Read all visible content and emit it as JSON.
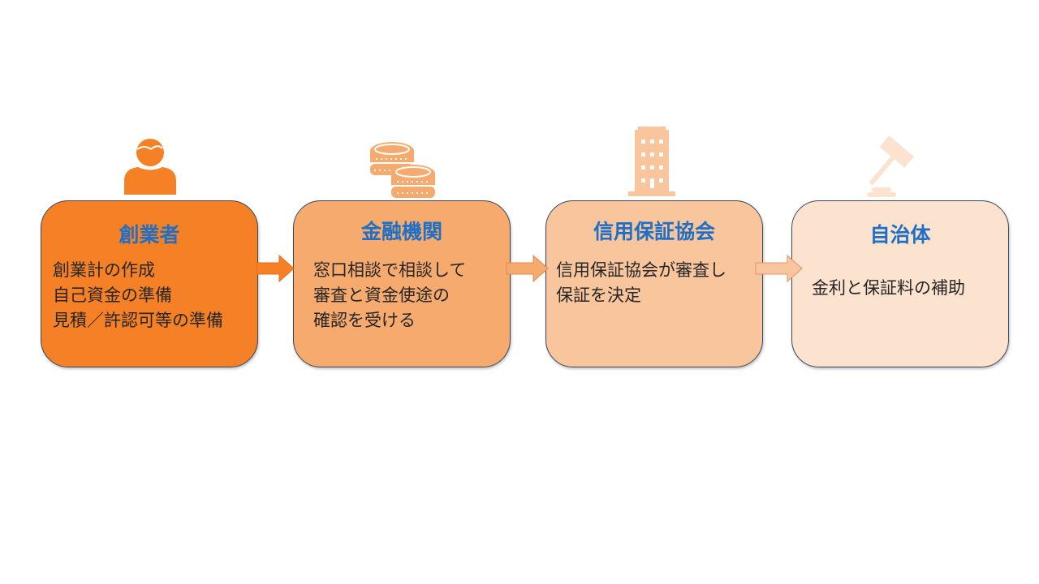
{
  "colors": {
    "title": "#1f6fc5",
    "step1": "#f58025",
    "step2": "#f7aa6e",
    "step3": "#f9c59d",
    "step4": "#fce3cf"
  },
  "steps": [
    {
      "title": "創業者",
      "description": "創業計の作成\n自己資金の準備\n見積／許認可等の準備",
      "icon": "person-icon"
    },
    {
      "title": "金融機関",
      "description": "窓口相談で相談して\n審査と資金使途の\n確認を受ける",
      "icon": "coins-icon"
    },
    {
      "title": "信用保証協会",
      "description": "信用保証協会が審査し\n保証を決定",
      "icon": "building-icon"
    },
    {
      "title": "自治体",
      "description": "金利と保証料の補助",
      "icon": "gavel-icon"
    }
  ]
}
